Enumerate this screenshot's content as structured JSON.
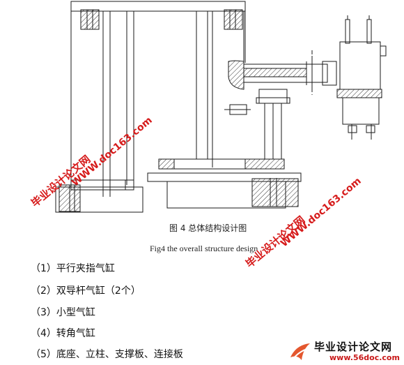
{
  "figure": {
    "caption_cn": "图 4    总体结构设计图",
    "caption_en": "Fig4      the overall structure design"
  },
  "parts": [
    "（1）平行夹指气缸",
    "（2）双导杆气缸（2个）",
    "（3）小型气缸",
    "（4）转角气缸",
    "（5）底座、立柱、支撑板、连接板"
  ],
  "watermarks": [
    {
      "line1": "毕业设计论文网",
      "line2": "WWW.doc163.com"
    },
    {
      "line1": "毕业设计论文网",
      "line2": "WWW.doc163.com"
    }
  ],
  "logo": {
    "name": "毕业设计论文网",
    "url": "www.56doc.com"
  },
  "colors": {
    "watermark": "#d61b1b",
    "line": "#1a1a1a",
    "hatch": "#333333"
  }
}
